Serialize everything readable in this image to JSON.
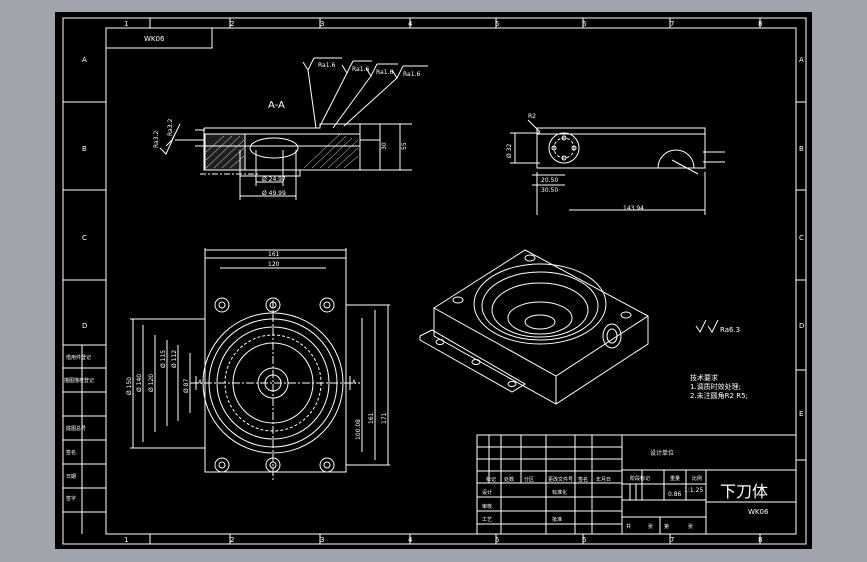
{
  "frame": {
    "column_labels": [
      "1",
      "2",
      "3",
      "4",
      "5",
      "6",
      "7",
      "8"
    ],
    "row_labels": [
      "A",
      "B",
      "C",
      "D",
      "E"
    ],
    "drawing_no_rotated": "WK06"
  },
  "section": {
    "label": "A-A"
  },
  "roughness": {
    "top": [
      "Ra1.6",
      "Ra1.6",
      "Ra1.6",
      "Ra1.6"
    ],
    "left": [
      "Ra3.2",
      "Ra3.2"
    ],
    "rest": "Ra6.3"
  },
  "dims_section": {
    "d1": "Ø 24.97",
    "d2": "Ø 49.99",
    "h1": "30",
    "h2": "55"
  },
  "dims_side": {
    "r": "R2",
    "d": "Ø 32",
    "w1": "20.50",
    "w2": "30.50",
    "len": "143.94"
  },
  "dims_plan": {
    "top1": "161",
    "top2": "120",
    "d_left": [
      "Ø 150",
      "Ø 140",
      "Ø 120",
      "Ø 115",
      "Ø 112",
      "Ø 87"
    ],
    "right": [
      "100.08",
      "161",
      "171"
    ],
    "a_label": "A"
  },
  "notes": {
    "title": "技术要求",
    "items": [
      "1.调质时效处理;",
      "2.未注圆角R2 R5;"
    ]
  },
  "title_block": {
    "part_name": "下刀体",
    "drawing_no": "WK06",
    "scale": "1:1.25",
    "mass": "0.86",
    "header": "设计单位",
    "labels": [
      "标记",
      "处数",
      "分区",
      "更改文件号",
      "签名",
      "年月日",
      "设计",
      "标准化",
      "阶段标记",
      "重量",
      "比例",
      "审核",
      "工艺",
      "批准",
      "共",
      "张",
      "第",
      "张"
    ]
  },
  "side_table": {
    "labels": [
      "借用件登记",
      "描图描校登记",
      "底图总号",
      "签名",
      "日期",
      "签字"
    ]
  }
}
